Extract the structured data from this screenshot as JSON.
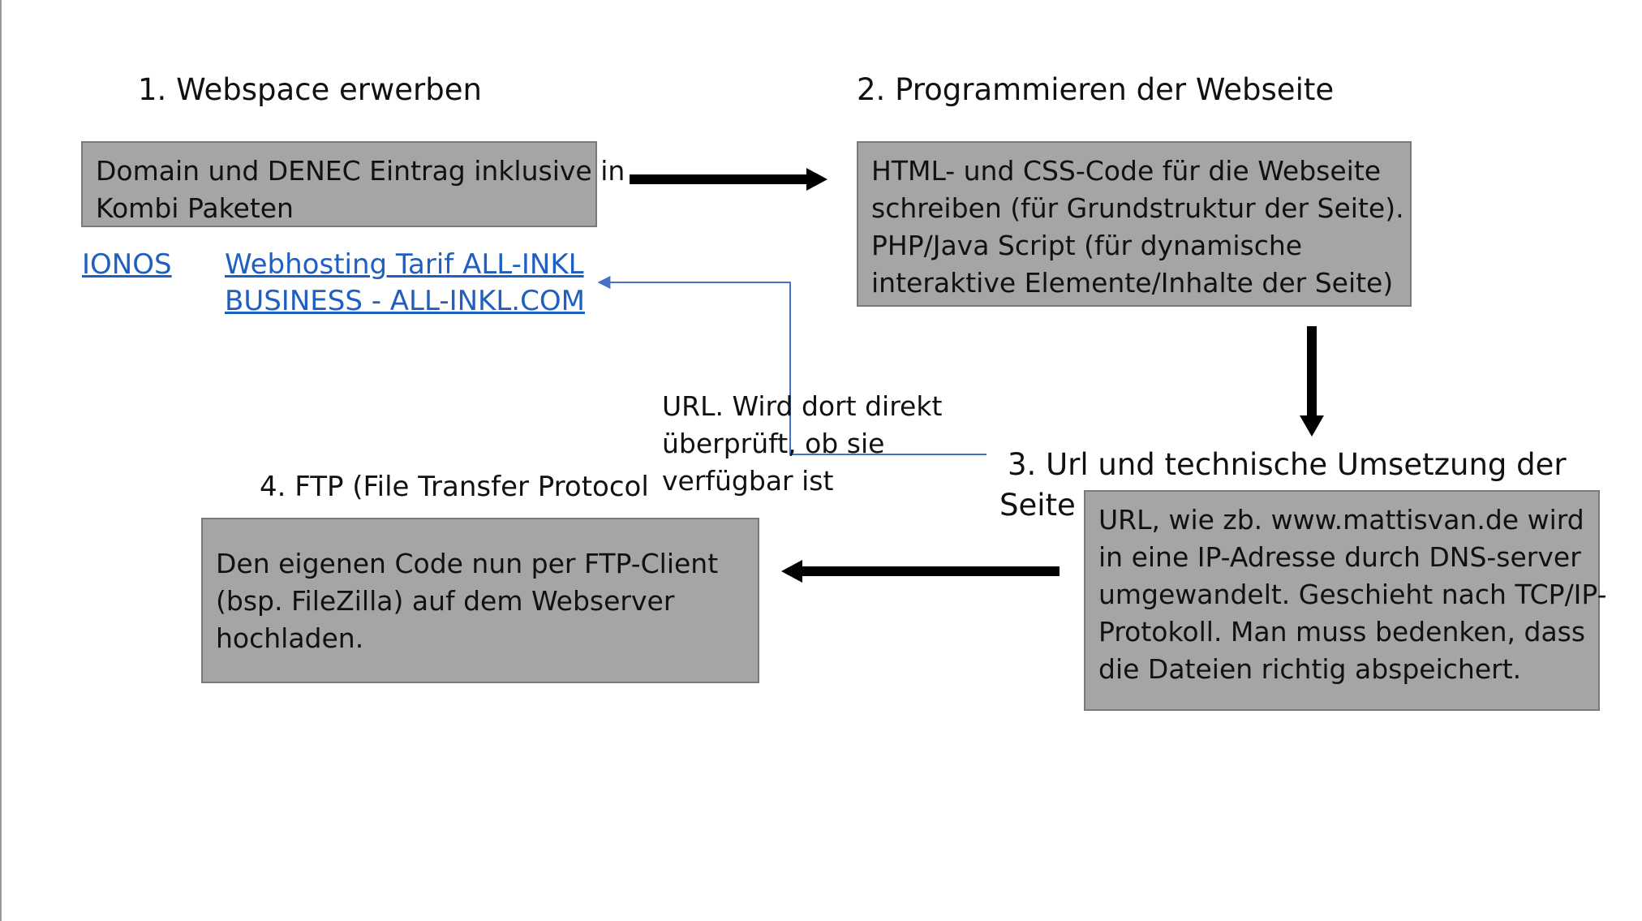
{
  "steps": {
    "step1": {
      "heading": "1. Webspace erwerben",
      "box_lines": [
        "Domain und DENEC Eintrag inklusive in",
        "Kombi Paketen"
      ],
      "link_ionos": "IONOS",
      "link_allinkl": [
        "Webhosting Tarif ALL-INKL",
        "BUSINESS - ALL-INKL.COM"
      ]
    },
    "step2": {
      "heading": "2. Programmieren der Webseite",
      "box_lines": [
        "HTML- und CSS-Code für die Webseite",
        "schreiben (für Grundstruktur der Seite).",
        "PHP/Java Script (für dynamische",
        "interaktive Elemente/Inhalte der Seite)"
      ]
    },
    "step3": {
      "heading_lines": [
        "3. Url und technische Umsetzung der",
        "Seite"
      ],
      "box_lines": [
        "URL, wie zb. www.mattisvan.de  wird",
        "in eine IP-Adresse durch DNS-server",
        "umgewandelt. Geschieht nach TCP/IP-",
        "Protokoll. Man muss bedenken, dass",
        "die Dateien richtig abspeichert."
      ]
    },
    "step4": {
      "heading": "4. FTP (File Transfer Protocol",
      "box_lines": [
        "Den eigenen Code  nun per FTP-Client",
        "(bsp. FileZilla) auf dem Webserver",
        "hochladen."
      ]
    }
  },
  "annotation": {
    "lines": [
      "URL. Wird dort direkt",
      "überprüft, ob sie",
      "verfügbar ist"
    ]
  },
  "colors": {
    "box_fill": "#a5a5a5",
    "box_border": "#7a7a7a",
    "link": "#1f5fbf",
    "connector": "#4472c4",
    "arrow": "#000000"
  }
}
